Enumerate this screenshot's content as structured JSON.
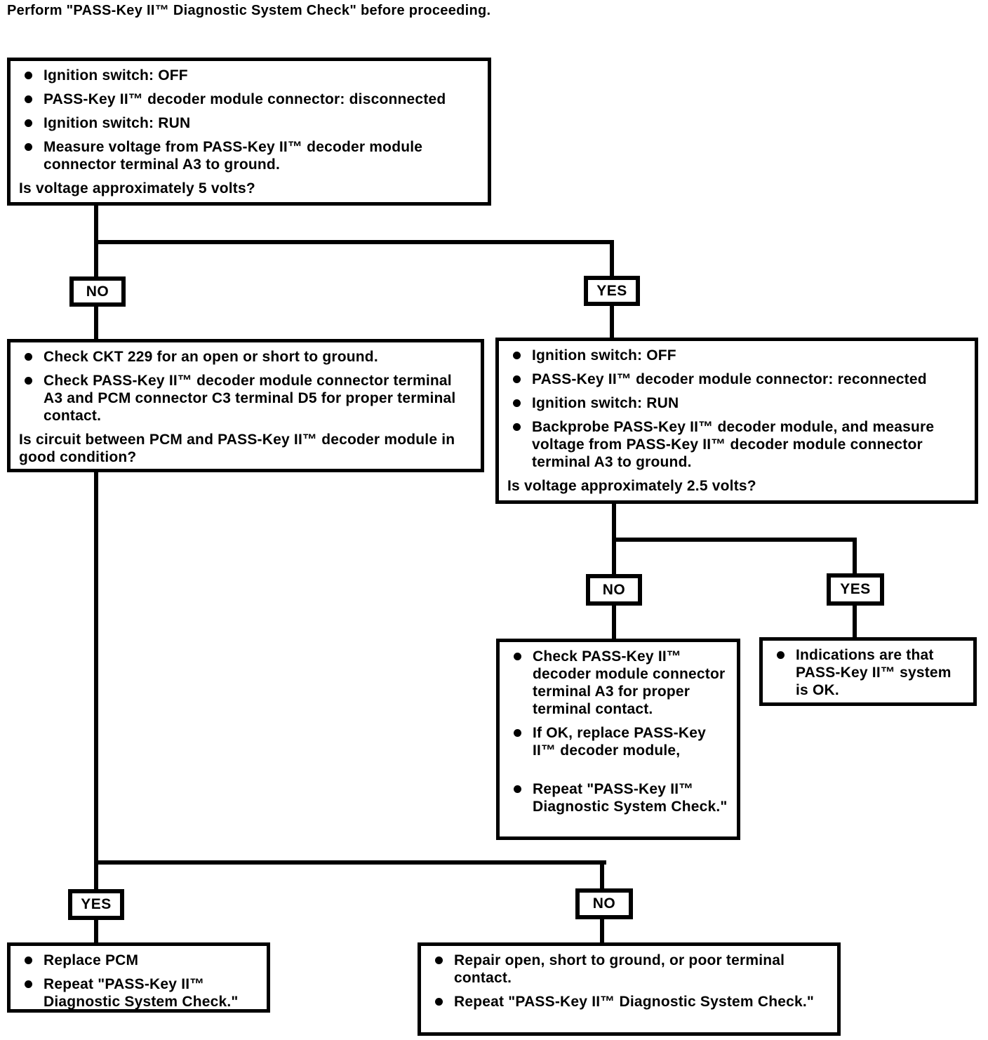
{
  "title": "Perform \"PASS-Key II™ Diagnostic System Check\" before proceeding.",
  "branches": {
    "b1": {
      "left": "NO",
      "right": "YES"
    },
    "b2": {
      "left": "NO",
      "right": "YES"
    },
    "b3": {
      "left": "YES",
      "right": "NO"
    }
  },
  "nodes": {
    "initial_check": {
      "bullets": [
        "Ignition switch: OFF",
        "PASS-Key II™ decoder module connector: disconnected",
        "Ignition switch: RUN",
        "Measure voltage from PASS-Key II™ decoder module connector terminal A3 to ground."
      ],
      "question": "Is voltage approximately 5 volts?"
    },
    "check_circuit": {
      "bullets": [
        "Check CKT 229 for an open or short to ground.",
        "Check PASS-Key II™ decoder module connector terminal A3 and PCM connector C3 terminal D5 for proper terminal contact."
      ],
      "question": "Is circuit between PCM and PASS-Key II™ decoder module in good condition?"
    },
    "recheck_voltage": {
      "bullets": [
        "Ignition switch: OFF",
        "PASS-Key II™ decoder module connector: reconnected",
        "Ignition switch: RUN",
        "Backprobe PASS-Key II™ decoder module, and measure voltage from PASS-Key II™ decoder module connector terminal A3 to ground."
      ],
      "question": "Is voltage approximately 2.5 volts?"
    },
    "replace_decoder": {
      "bullets": [
        "Check PASS-Key II™ decoder module connector terminal A3 for proper terminal contact.",
        "If OK, replace PASS-Key II™ decoder module,",
        "Repeat \"PASS-Key II™ Diagnostic System Check.\""
      ]
    },
    "system_ok": {
      "bullets": [
        "Indications are that PASS-Key II™ system is OK."
      ]
    },
    "replace_pcm": {
      "bullets": [
        "Replace PCM",
        "Repeat \"PASS-Key II™ Diagnostic System Check.\""
      ]
    },
    "repair_circuit": {
      "bullets": [
        "Repair open, short to ground, or poor terminal contact.",
        "Repeat \"PASS-Key II™ Diagnostic System Check.\""
      ]
    }
  }
}
